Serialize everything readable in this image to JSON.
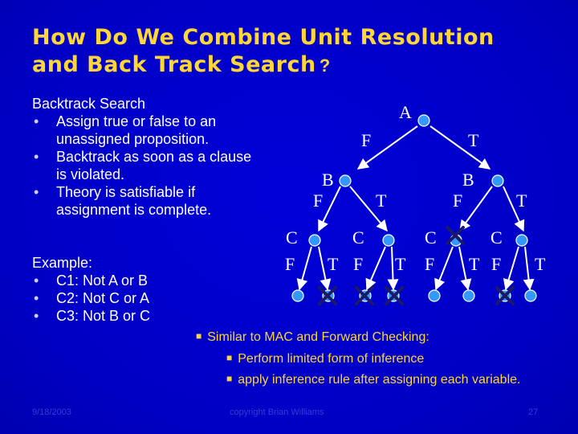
{
  "title": {
    "line1": "How Do We Combine Unit Resolution",
    "line2_main": "and Back Track Search",
    "line2_q": "?"
  },
  "backtrack": {
    "heading": "Backtrack Search",
    "bullets": [
      [
        "Assign true or false to an",
        "unassigned proposition."
      ],
      [
        "Backtrack as soon as a clause",
        "is violated."
      ],
      [
        "Theory is satisfiable if",
        "assignment is complete."
      ]
    ]
  },
  "example": {
    "heading": "Example:",
    "bullets": [
      "C1: Not A or B",
      "C2: Not C or A",
      "C3: Not B or C"
    ]
  },
  "tree": {
    "root": "A",
    "level1": [
      "F",
      "T"
    ],
    "level2_nodes": [
      "B",
      "B"
    ],
    "level2_edges": [
      "F",
      "T",
      "F",
      "T"
    ],
    "level3_nodes": [
      "C",
      "C",
      "C",
      "C"
    ],
    "level3_edges": [
      "F",
      "T",
      "F",
      "T",
      "F",
      "T",
      "F",
      "T"
    ]
  },
  "notes": {
    "main": "Similar to MAC and Forward Checking:",
    "subs": [
      "Perform limited form of inference",
      "apply inference rule after assigning each variable."
    ]
  },
  "footer": {
    "date": "9/18/2003",
    "copyright": "copyright Brian Williams",
    "page": "27"
  },
  "colors": {
    "background": "#0000cc",
    "title": "#ffd633",
    "node_fill": "#3399ff",
    "cross": "#1a1a66"
  }
}
